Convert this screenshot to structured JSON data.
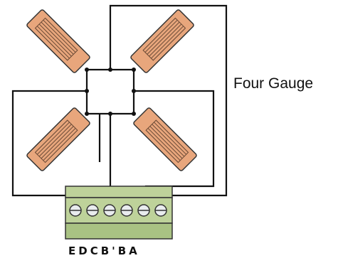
{
  "diagram": {
    "caption": "Four Gauge",
    "terminal_labels": "EDCB'BA",
    "gauge_count": 4,
    "screw_count": 6,
    "colors": {
      "gauge_fill": "#e8a67c",
      "gauge_pattern": "#6b4a36",
      "terminal_body": "#bed29a",
      "terminal_dark": "#7e9a5c",
      "wire": "#111111"
    }
  }
}
